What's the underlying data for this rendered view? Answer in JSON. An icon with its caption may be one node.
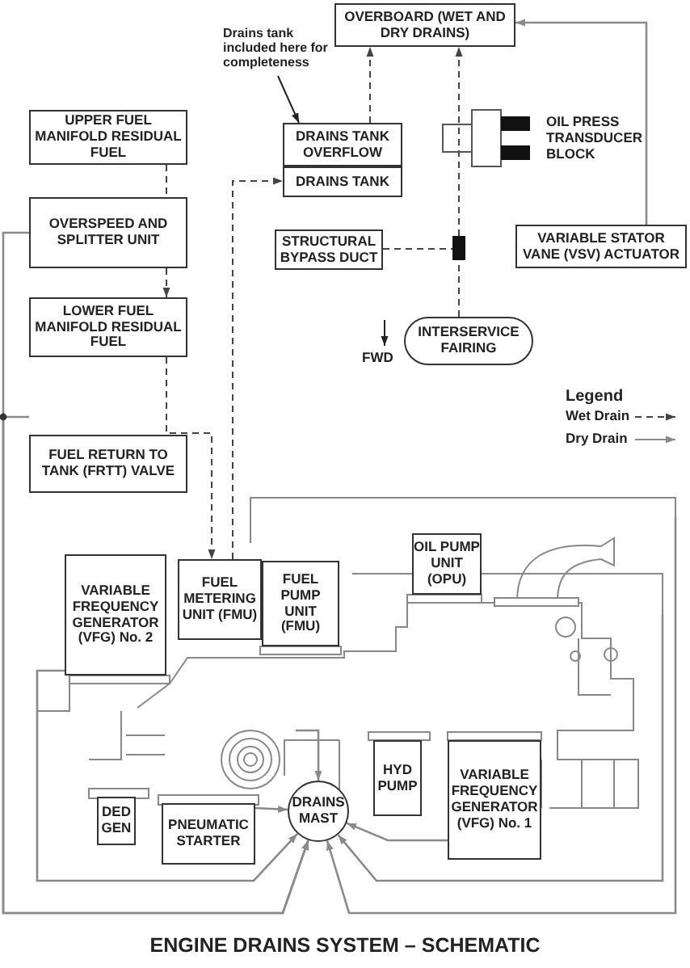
{
  "diagram": {
    "title": "ENGINE DRAINS SYSTEM – SCHEMATIC",
    "nodes": [
      {
        "text": [
          "OVERBOARD (WET AND DRY DRAINS)"
        ]
      },
      {
        "text": [
          "Drains tank included here for completeness"
        ]
      },
      {
        "text": [
          "DRAINS TANK OVERFLOW"
        ]
      },
      {
        "text": [
          "DRAINS TANK"
        ]
      },
      {
        "text": [
          "UPPER FUEL MANIFOLD RESIDUAL FUEL"
        ]
      },
      {
        "text": [
          "OVERSPEED AND SPLITTER UNIT"
        ]
      },
      {
        "text": [
          "STRUCTURAL BYPASS DUCT"
        ]
      },
      {
        "text": [],
        "shape": "bar"
      },
      {
        "text": [
          "VARIABLE STATOR VANE (VSV) ACTUATOR"
        ]
      },
      {
        "text": [
          "LOWER FUEL MANIFOLD RESIDUAL FUEL"
        ]
      },
      {
        "text": [
          "INTERSERVICE FAIRING"
        ]
      },
      {
        "text": [
          "FUEL RETURN TO TANK (FRTT) VALVE"
        ]
      },
      {
        "text": [
          "VARIABLE FREQUENCY GENERATOR (VFG) No. 2"
        ]
      },
      {
        "text": [
          "FUEL METERING UNIT (FMU)"
        ]
      },
      {
        "text": [
          "FUEL PUMP UNIT (FMU)"
        ]
      },
      {
        "text": [
          "OIL PUMP UNIT (OPU)"
        ]
      },
      {
        "text": [
          "DED GEN"
        ]
      },
      {
        "text": [
          "PNEUMATIC STARTER"
        ]
      },
      {
        "text": [
          "DRAINS MAST"
        ]
      },
      {
        "text": [
          "HYD PUMP"
        ]
      },
      {
        "text": [
          "VARIABLE FREQUENCY GENERATOR (VFG) No. 1"
        ]
      }
    ],
    "edges": [
      {
        "from": 2,
        "to": 0,
        "arrow": "to",
        "style": "dashed",
        "color": "#444444"
      },
      {
        "from": 10,
        "to": 7,
        "arrow": "none",
        "style": "dashed",
        "color": "#444444"
      },
      {
        "from": 7,
        "to": 0,
        "arrow": "to",
        "style": "dashed",
        "color": "#444444"
      },
      {
        "from": 6,
        "to": 7,
        "arrow": "none",
        "style": "dashed",
        "color": "#444444"
      },
      {
        "from": 8,
        "to": 0,
        "arrow": "to"
      },
      {
        "from": 1,
        "to": 2,
        "arrow": "to",
        "color": "#222222"
      },
      {
        "from": 4,
        "to": 5,
        "arrow": "none",
        "style": "dashed",
        "color": "#444444"
      },
      {
        "from": 5,
        "to": 9,
        "arrow": "to",
        "style": "dashed",
        "color": "#444444"
      },
      {
        "from": 9,
        "to": 13,
        "arrow": "to",
        "style": "dashed",
        "color": "#444444"
      },
      {
        "from": 13,
        "to": 3,
        "arrow": "to",
        "style": "dashed",
        "color": "#444444"
      },
      {
        "from": 5,
        "to": 18,
        "arrow": "to"
      },
      {
        "from": 11,
        "to": 18,
        "arrow": "to"
      },
      {
        "from": 17,
        "to": 18,
        "arrow": "to"
      },
      {
        "from": 12,
        "to": 18,
        "arrow": "to"
      },
      {
        "from": 20,
        "to": 18,
        "arrow": "to"
      },
      {
        "from": null,
        "to": 18,
        "arrow": "to"
      },
      {
        "from": null,
        "to": 18,
        "arrow": "to"
      },
      {
        "from": null,
        "to": 18,
        "arrow": "to"
      }
    ],
    "labels": [
      "OIL PRESS TRANSDUCER BLOCK",
      "FWD",
      "Legend"
    ],
    "legend": [
      {
        "text": "Wet Drain"
      },
      {
        "text": "Dry Drain"
      }
    ]
  }
}
